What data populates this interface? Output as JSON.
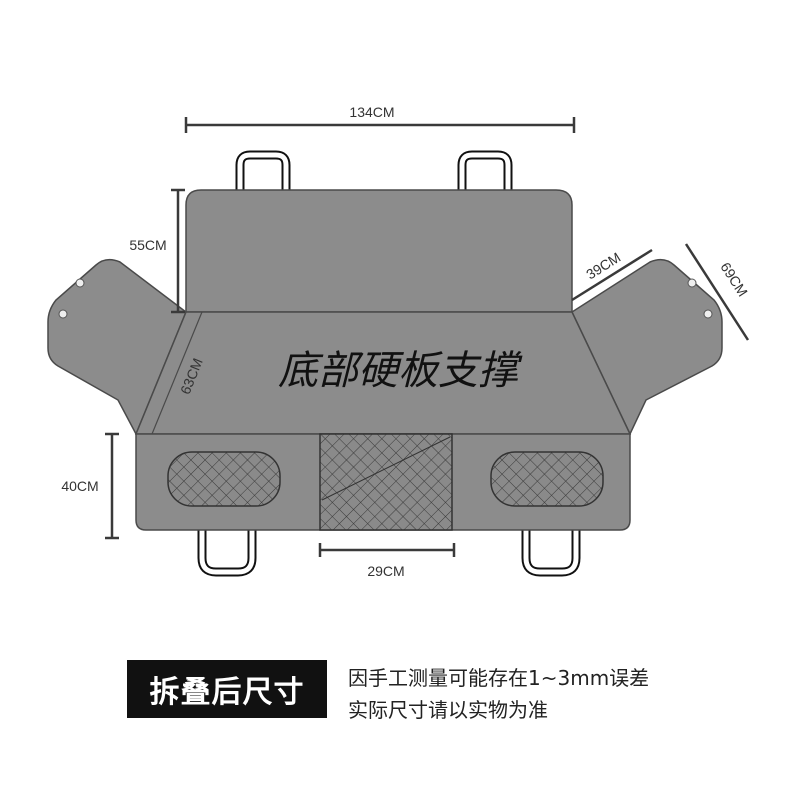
{
  "colors": {
    "fabric": "#8c8c8c",
    "outline": "#4a4a4a",
    "dimension_line": "#3a3a3a",
    "label_bg": "#111111",
    "label_text": "#ffffff"
  },
  "dimensions": {
    "width": "134CM",
    "back_height": "55CM",
    "side_flap_width": "39CM",
    "side_flap_height": "69CM",
    "seat_depth": "63CM",
    "front_height": "40CM",
    "pocket_width": "29CM"
  },
  "center_label": "底部硬板支撑",
  "footer": {
    "title": "拆叠后尺寸",
    "note_line1": "因手工测量可能存在1~3mm误差",
    "note_line2": "实际尺寸请以实物为准"
  }
}
